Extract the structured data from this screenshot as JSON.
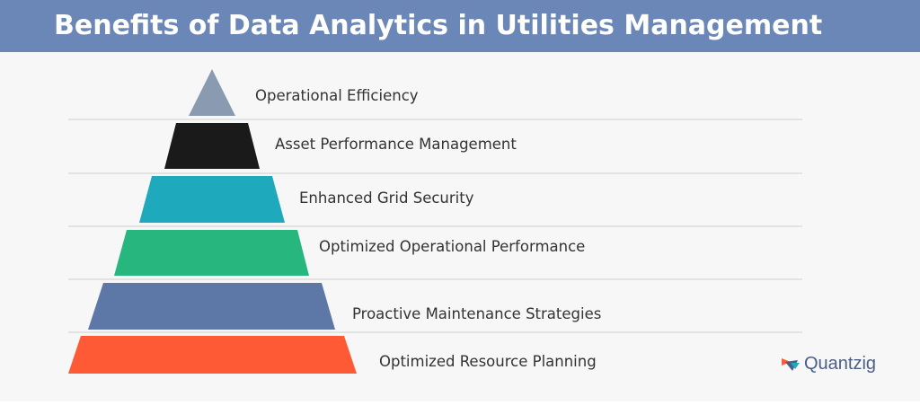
{
  "title": "Benefits of Data Analytics in Utilities Management",
  "levels": [
    {
      "label": "Operational Efficiency",
      "color": "#8a9ab0"
    },
    {
      "label": "Asset Performance Management",
      "color": "#1a1a1a"
    },
    {
      "label": "Enhanced Grid Security",
      "color": "#1fa9bc"
    },
    {
      "label": "Optimized Operational Performance",
      "color": "#27b67e"
    },
    {
      "label": "Proactive Maintenance Strategies",
      "color": "#5d78a7"
    },
    {
      "label": "Optimized Resource Planning",
      "color": "#ff5a36"
    }
  ],
  "logo": {
    "text": "Quantzig"
  },
  "colors": {
    "header": "#6a87b7",
    "divider": "#cfcfcf"
  }
}
